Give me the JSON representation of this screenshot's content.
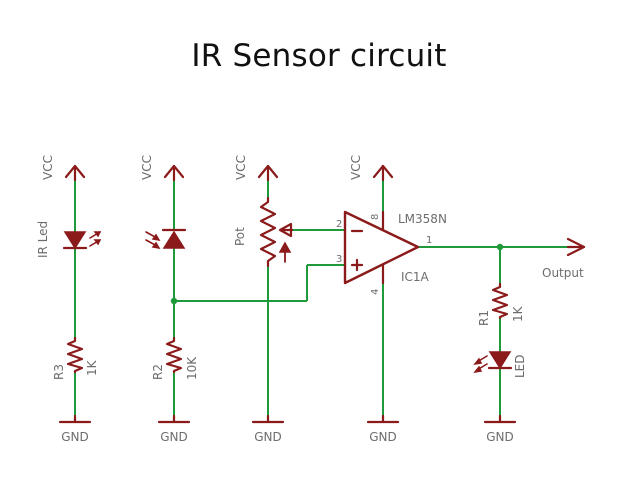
{
  "title": "IR Sensor circuit",
  "labels": {
    "vcc": "VCC",
    "gnd": "GND",
    "ir_led": "IR Led",
    "pot": "Pot",
    "r3": "R3",
    "r3_value": "1K",
    "r2": "R2",
    "r2_value": "10K",
    "r1": "R1",
    "r1_value": "1K",
    "led": "LED",
    "opamp_part": "LM358N",
    "opamp_ref": "IC1A",
    "output": "Output",
    "pin_1": "1",
    "pin_2": "2",
    "pin_3": "3",
    "pin_4": "4",
    "pin_8": "8",
    "minus": "−",
    "plus": "+"
  },
  "colors": {
    "wire": "#1f9a3a",
    "component": "#8b1a1a",
    "label": "#6d6d6d",
    "title": "#111111"
  }
}
